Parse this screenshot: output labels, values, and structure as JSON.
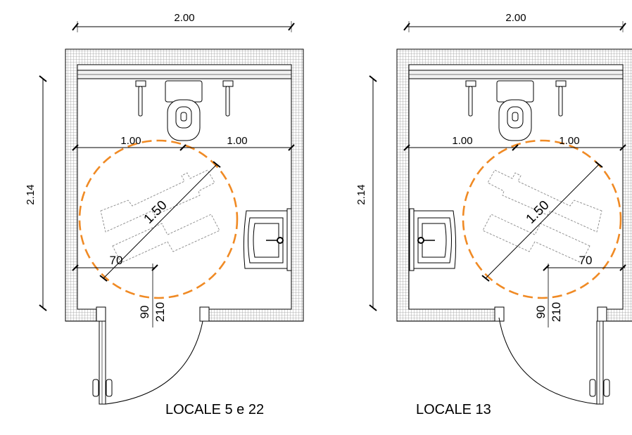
{
  "colors": {
    "line": "#000000",
    "wall_hatch": "#9a9a9a",
    "turning_circle": "#f08a24",
    "furniture_dash": "#888888"
  },
  "plans": [
    {
      "caption": "LOCALE 5 e 22",
      "dim_width": "2.00",
      "dim_height": "2.14",
      "dim_left": "1.00",
      "dim_right": "1.00",
      "dim_diameter": "1.50",
      "dim_clear": "70",
      "dim_small": "90",
      "dim_large": "210"
    },
    {
      "caption": "LOCALE 13",
      "dim_width": "2.00",
      "dim_height": "2.14",
      "dim_left": "1.00",
      "dim_right": "1.00",
      "dim_diameter": "1.50",
      "dim_clear": "70",
      "dim_small": "90",
      "dim_large": "210"
    }
  ]
}
